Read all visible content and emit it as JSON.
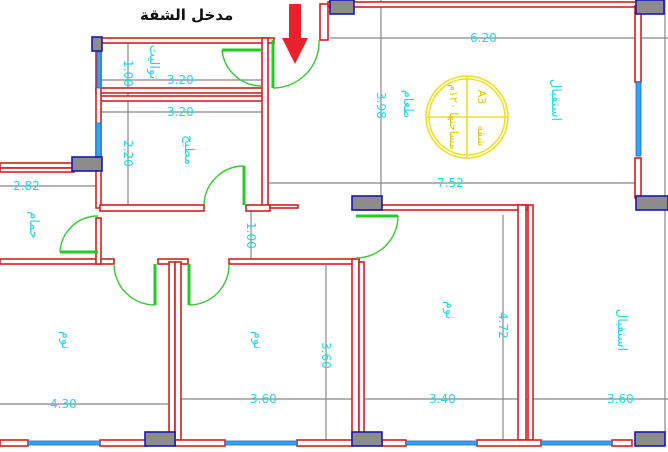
{
  "entry_label": "مدخل الشقة",
  "entry_arrow_color": "#e8212a",
  "stamp": {
    "unit": "A3",
    "line1": "شقة",
    "line2": "مساحتها ١٢٠م",
    "line3": "م"
  },
  "rooms": {
    "toilet": "تواليت",
    "kitchen": "مطبخ",
    "bath": "حمام",
    "dining": "طعام",
    "reception_top": "استقبال",
    "bedroom_left": "نوم",
    "bedroom_mid": "نوم",
    "bedroom_right": "نوم",
    "reception_bottom": "استقبال"
  },
  "dimensions": {
    "toilet_width": "3.20",
    "toilet_depth": "1.00",
    "kitchen_width": "3.20",
    "kitchen_depth": "2.20",
    "bath_width": "2.82",
    "corridor_width": "1.00",
    "top_reception_width": "6.20",
    "dining_depth": "3.98",
    "hall_width": "7.52",
    "bedroom_left_width": "4.30",
    "bedroom_mid_width": "3.60",
    "bedroom_mid_depth": "3.60",
    "bedroom_right_width": "3.40",
    "bedroom_right_depth": "4.72",
    "reception_bottom_width": "3.60"
  },
  "colors": {
    "wall": "#d41f1f",
    "column": "#1a1aa8",
    "window": "#3aa0f0",
    "door": "#22cc22",
    "dimension_text": "#22d8e8",
    "stamp": "#f0e020"
  }
}
